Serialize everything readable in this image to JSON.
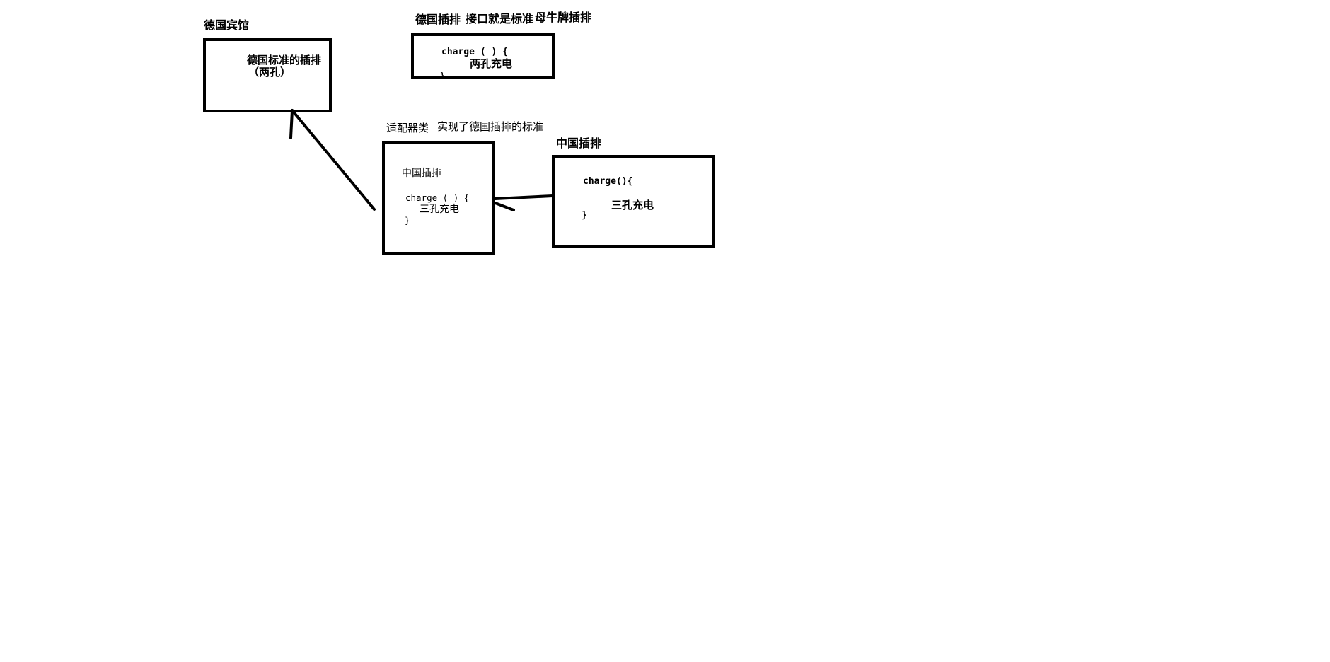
{
  "german_hotel": {
    "title": "德国宾馆",
    "box_line1": "德国标准的插排",
    "box_line2": "（两孔）"
  },
  "german_plug": {
    "label": "德国插排",
    "note1": "接口就是标准",
    "note2": "母牛牌插排",
    "code_line1": "charge ( ) {",
    "code_line2": "两孔充电",
    "code_line3": "}"
  },
  "adapter": {
    "label": "适配器类",
    "note": "实现了德国插排的标准",
    "box_title": "中国插排",
    "code_line1": "charge ( ) {",
    "code_line2": "三孔充电",
    "code_line3": "}"
  },
  "chinese_plug": {
    "label": "中国插排",
    "code_line1": "charge(){",
    "code_line2": "三孔充电",
    "code_line3": "}"
  }
}
